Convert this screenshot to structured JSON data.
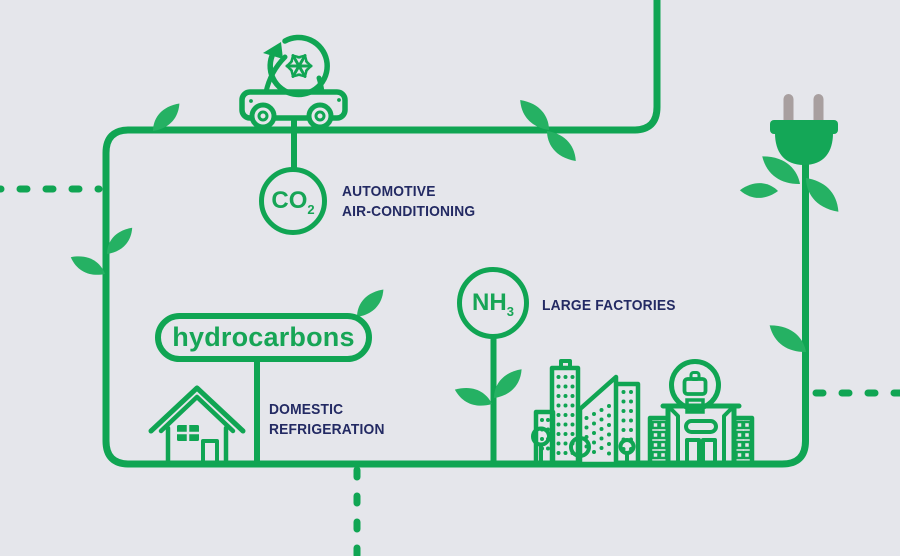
{
  "colors": {
    "background": "#e5e6eb",
    "line_green": "#10a553",
    "leaf_green": "#25b163",
    "plug_green": "#14a757",
    "prong_gray": "#a89f9f",
    "text_navy": "#232a63"
  },
  "co2": {
    "formula_base": "CO",
    "formula_sub": "2",
    "label_line1": "AUTOMOTIVE",
    "label_line2": "AIR-CONDITIONING"
  },
  "nh3": {
    "formula_base": "NH",
    "formula_sub": "3",
    "label": "LARGE FACTORIES"
  },
  "hydrocarbons": {
    "name": "hydrocarbons",
    "label_line1": "DOMESTIC",
    "label_line2": "REFRIGERATION"
  },
  "icons": {
    "car": "car-air-conditioning-icon",
    "snowflake": "snowflake-icon",
    "recycle_arrow": "recycle-arrow-icon",
    "plug": "power-plug-icon",
    "house": "house-icon",
    "city": "city-buildings-icon",
    "factory": "factory-icon",
    "briefcase": "briefcase-badge-icon",
    "leaf": "leaf-icon"
  }
}
